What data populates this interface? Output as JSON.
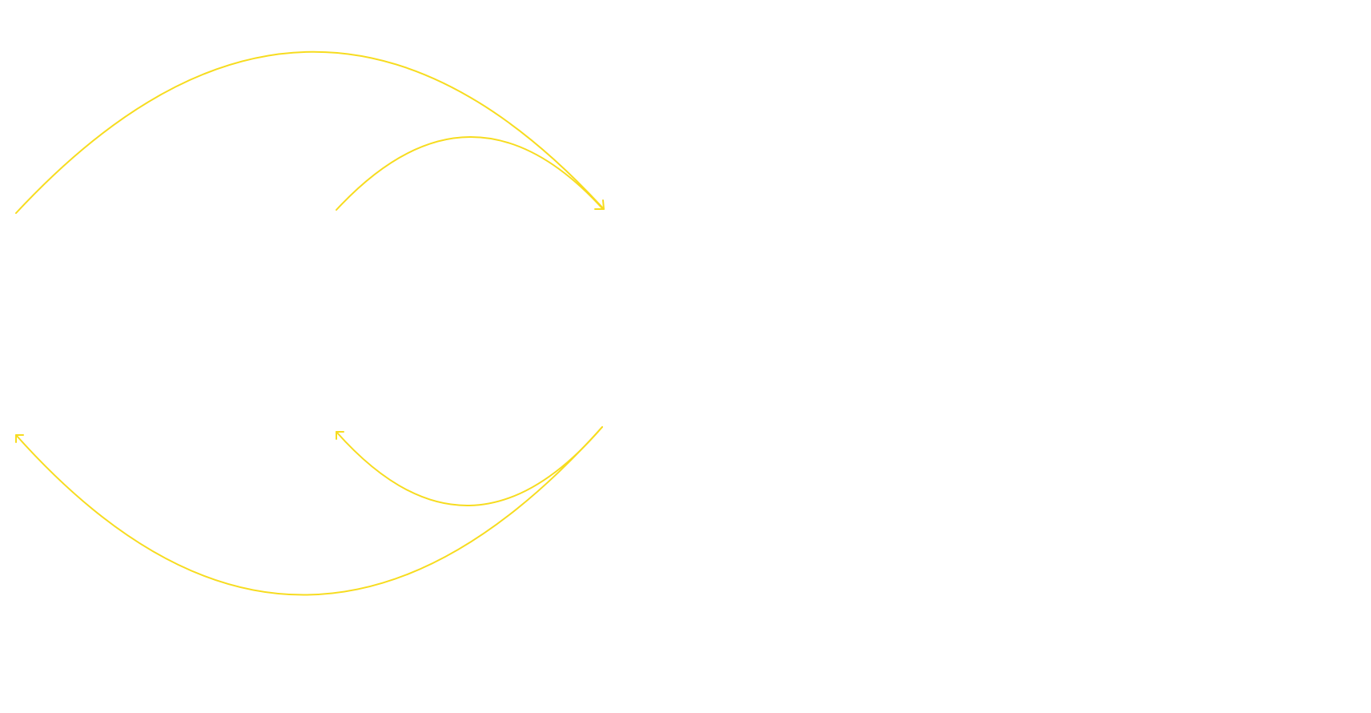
{
  "canvas": {
    "background": "#ffffff"
  },
  "diagram": {
    "stroke_color": "#f7dc1f",
    "arrows": [
      {
        "name": "outer-top-arc-arrow",
        "direction": "left-to-right",
        "arrowhead": "right-end"
      },
      {
        "name": "inner-top-arc-arrow",
        "direction": "left-to-right",
        "arrowhead": "right-end"
      },
      {
        "name": "outer-bottom-arc-arrow",
        "direction": "right-to-left",
        "arrowhead": "left-end"
      },
      {
        "name": "inner-bottom-arc-arrow",
        "direction": "right-to-left",
        "arrowhead": "left-end"
      }
    ]
  }
}
